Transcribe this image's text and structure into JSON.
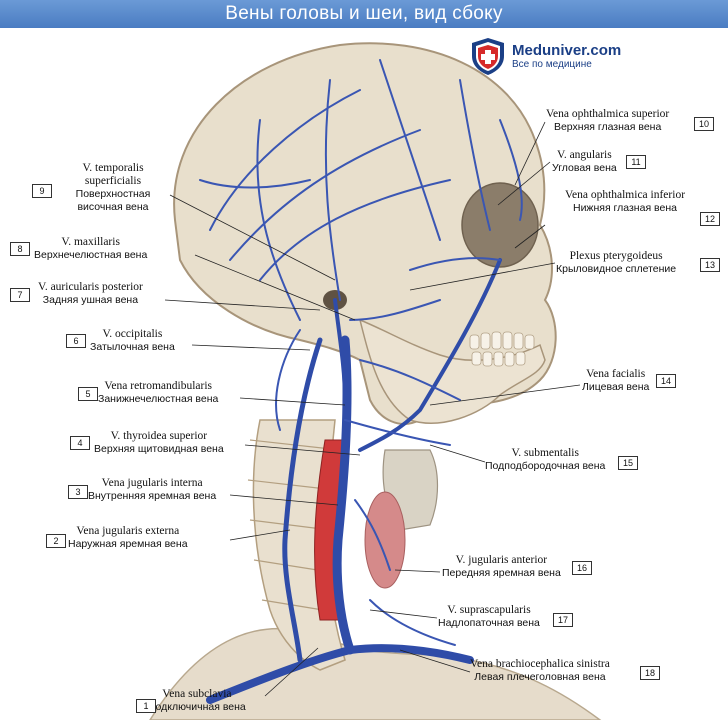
{
  "title": "Вены головы и шеи, вид сбоку",
  "logo": {
    "name": "Meduniver.com",
    "tagline": "Все по медицине"
  },
  "labels": [
    {
      "n": "1",
      "la": "Vena subclavia",
      "ru": "Подключичная вена"
    },
    {
      "n": "2",
      "la": "Vena jugularis externa",
      "ru": "Наружная яремная вена"
    },
    {
      "n": "3",
      "la": "Vena jugularis interna",
      "ru": "Внутренняя яремная вена"
    },
    {
      "n": "4",
      "la": "V. thyroidea superior",
      "ru": "Верхняя щитовидная вена"
    },
    {
      "n": "5",
      "la": "Vena retromandibularis",
      "ru": "Занижнечелюстная вена"
    },
    {
      "n": "6",
      "la": "V. occipitalis",
      "ru": "Затылочная вена"
    },
    {
      "n": "7",
      "la": "V. auricularis posterior",
      "ru": "Задняя ушная вена"
    },
    {
      "n": "8",
      "la": "V. maxillaris",
      "ru": "Верхнечелюстная вена"
    },
    {
      "n": "9",
      "la": "V. temporalis superficialis",
      "ru": "Поверхностная височная вена"
    },
    {
      "n": "10",
      "la": "Vena ophthalmica superior",
      "ru": "Верхняя глазная вена"
    },
    {
      "n": "11",
      "la": "V. angularis",
      "ru": "Угловая вена"
    },
    {
      "n": "12",
      "la": "Vena ophthalmica inferior",
      "ru": "Нижняя глазная вена"
    },
    {
      "n": "13",
      "la": "Plexus pterygoideus",
      "ru": "Крыловидное сплетение"
    },
    {
      "n": "14",
      "la": "Vena facialis",
      "ru": "Лицевая вена"
    },
    {
      "n": "15",
      "la": "V. submentalis",
      "ru": "Подподбородочная вена"
    },
    {
      "n": "16",
      "la": "V. jugularis anterior",
      "ru": "Передняя яремная вена"
    },
    {
      "n": "17",
      "la": "V. suprascapularis",
      "ru": "Надлопаточная вена"
    },
    {
      "n": "18",
      "la": "Vena brachiocephalica sinistra",
      "ru": "Левая плечеголовная вена"
    }
  ]
}
